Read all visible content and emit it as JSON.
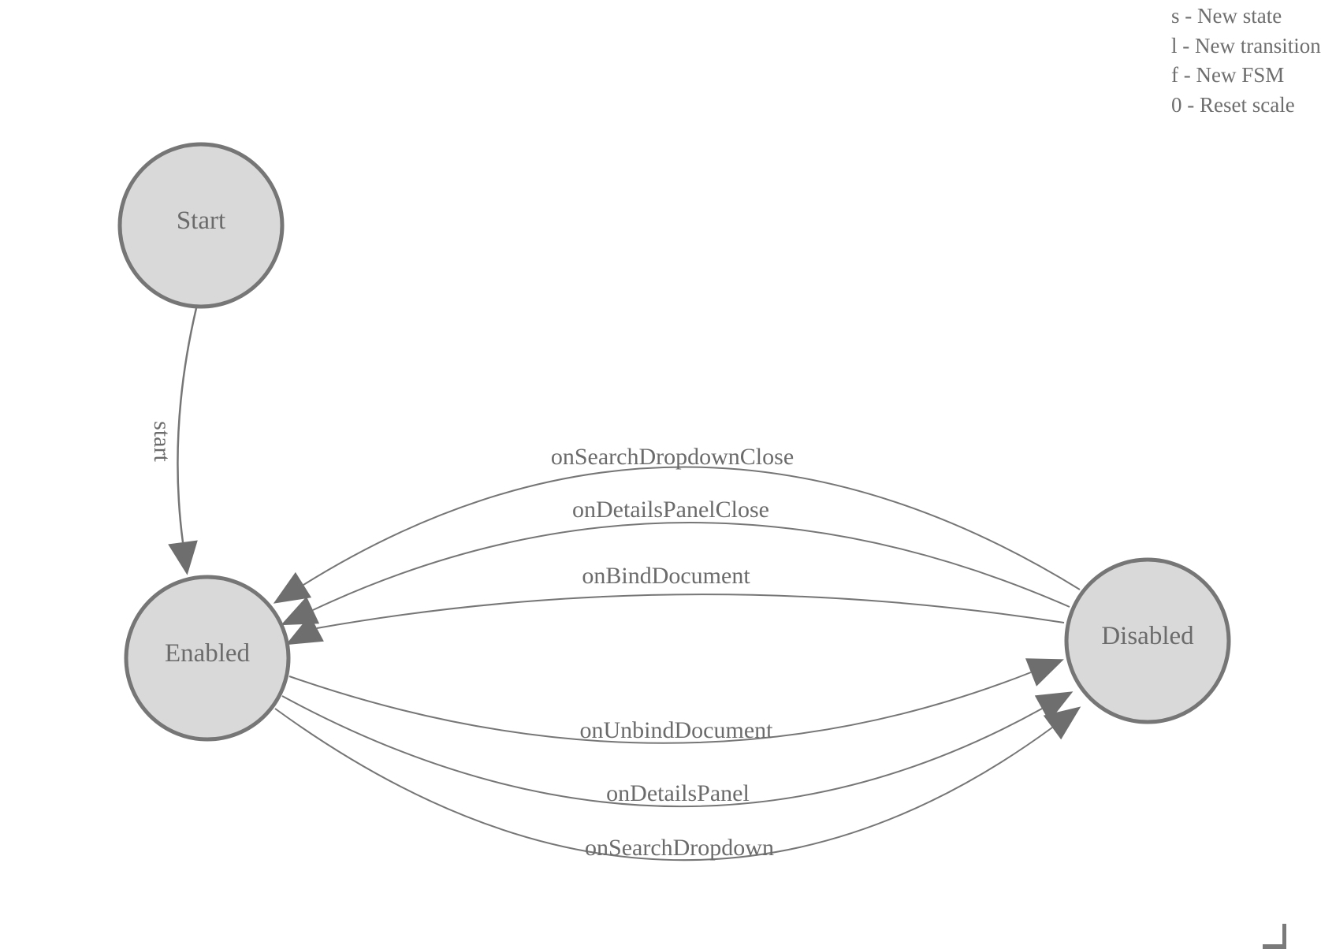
{
  "diagram": {
    "type": "finite-state-machine",
    "states": [
      {
        "id": "start",
        "label": "Start"
      },
      {
        "id": "enabled",
        "label": "Enabled"
      },
      {
        "id": "disabled",
        "label": "Disabled"
      }
    ],
    "transitions": [
      {
        "label": "start",
        "from": "Start",
        "to": "Enabled"
      },
      {
        "label": "onSearchDropdownClose",
        "from": "Disabled",
        "to": "Enabled"
      },
      {
        "label": "onDetailsPanelClose",
        "from": "Disabled",
        "to": "Enabled"
      },
      {
        "label": "onBindDocument",
        "from": "Disabled",
        "to": "Enabled"
      },
      {
        "label": "onUnbindDocument",
        "from": "Enabled",
        "to": "Disabled"
      },
      {
        "label": "onDetailsPanel",
        "from": "Enabled",
        "to": "Disabled"
      },
      {
        "label": "onSearchDropdown",
        "from": "Enabled",
        "to": "Disabled"
      }
    ]
  },
  "legend": {
    "items": [
      {
        "key": "s",
        "text": "s - New state"
      },
      {
        "key": "l",
        "text": "l - New transition"
      },
      {
        "key": "f",
        "text": "f - New FSM"
      },
      {
        "key": "0",
        "text": "0 - Reset scale"
      }
    ]
  },
  "colors": {
    "state_fill": "#d9d9d9",
    "state_stroke": "#767676",
    "edge_stroke": "#767676",
    "arrow_fill": "#6e6e6e",
    "text": "#6b6b6b",
    "background": "#ffffff"
  }
}
